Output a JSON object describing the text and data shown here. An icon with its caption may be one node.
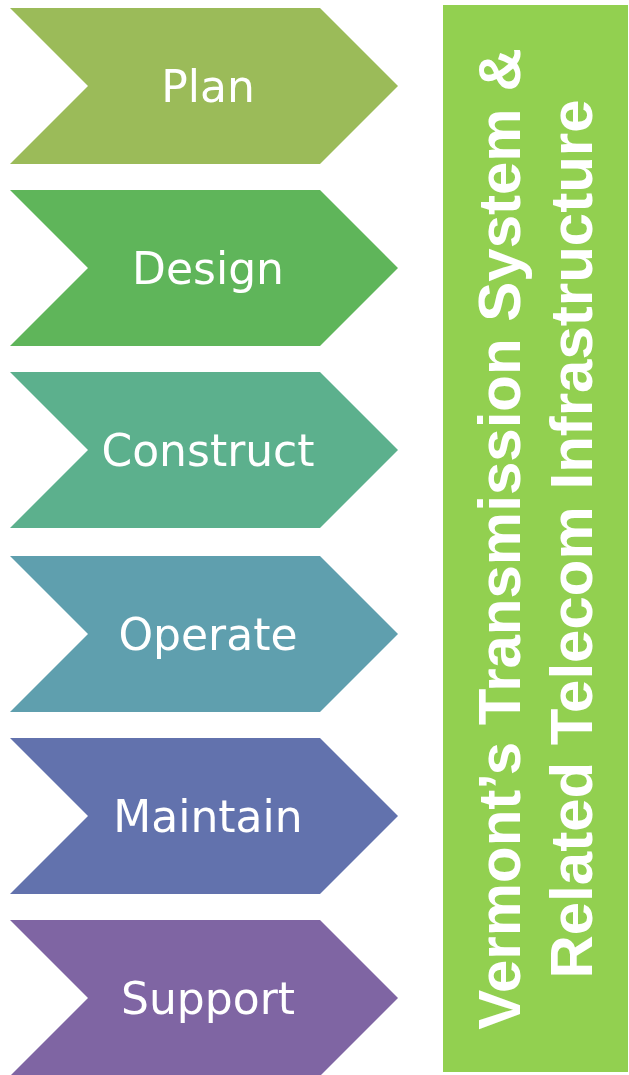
{
  "diagram": {
    "nodes": [
      {
        "text": [
          "Plan"
        ]
      },
      {
        "text": [
          "Design"
        ]
      },
      {
        "text": [
          "Construct"
        ]
      },
      {
        "text": [
          "Operate"
        ]
      },
      {
        "text": [
          "Maintain"
        ]
      },
      {
        "text": [
          "Support"
        ]
      },
      {
        "text": [
          "Vermont’s Transmission System & Related Telecom Infrastructure"
        ]
      }
    ]
  }
}
